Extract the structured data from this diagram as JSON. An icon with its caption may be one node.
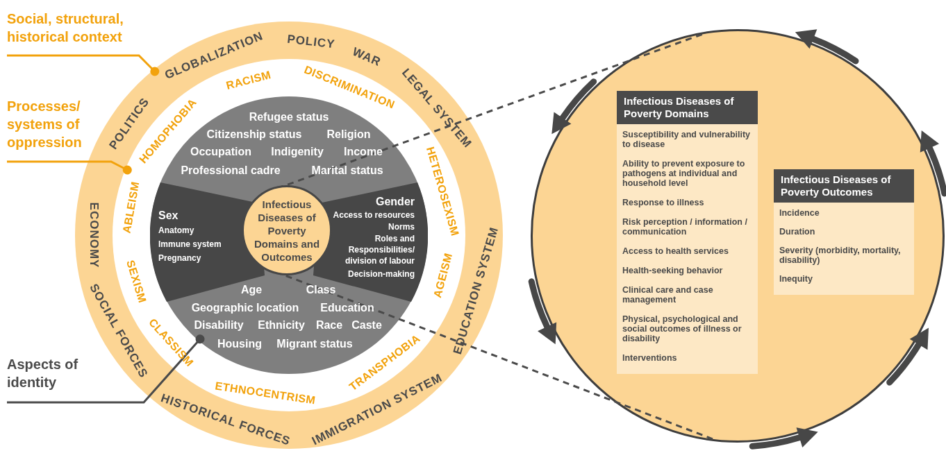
{
  "diagram": {
    "nodes": [
      {
        "text": [
          "Social, structural, historical context"
        ]
      },
      {
        "text": [
          "Processes/ systems of oppression"
        ]
      },
      {
        "text": [
          "Aspects of identity"
        ]
      },
      {
        "text": [],
        "shape": "circle"
      },
      {
        "text": [],
        "shape": "circle",
        "in": 3
      },
      {
        "text": [],
        "shape": "circle",
        "in": 4
      },
      {
        "text": [
          "Refugee status",
          "Citizenship status",
          "Religion",
          "Occupation",
          "Indigenity",
          "Income",
          "Professional cadre",
          "Marital status"
        ],
        "in": 5
      },
      {
        "text": [
          "Sex",
          "Anatomy",
          "Immune system",
          "Pregnancy"
        ],
        "in": 5
      },
      {
        "text": [
          "Gender",
          "Access to resources",
          "Norms",
          "Roles and Responsibilities/ division of labour",
          "Decision-making"
        ],
        "in": 5
      },
      {
        "text": [
          "Age",
          "Class",
          "Geographic location",
          "Education",
          "Disability",
          "Ethnicity",
          "Race",
          "Caste",
          "Housing",
          "Migrant status"
        ],
        "in": 5
      },
      {
        "text": [
          "Infectious Diseases of Poverty Domains and Outcomes"
        ],
        "in": 5
      },
      {
        "text": [],
        "shape": "circle"
      },
      {
        "text": [
          "Infectious Diseases of Poverty Domains",
          "Susceptibility and vulnerability to disease",
          "Ability to prevent exposure to pathogens at individual and household level",
          "Response to illness",
          "Risk perception / information / communication",
          "Access to health services",
          "Health-seeking behavior",
          "Clinical care and case management",
          "Physical, psychological and social outcomes of illness or disability",
          "Interventions"
        ],
        "in": 11
      },
      {
        "text": [
          "Infectious Diseases of Poverty Outcomes",
          "Incidence",
          "Duration",
          "Severity (morbidity, mortality, disability)",
          "Inequity"
        ],
        "in": 11
      }
    ],
    "edges": [
      {
        "from": 0,
        "to": 3,
        "arrow": "other",
        "color": "#f2a20c"
      },
      {
        "from": 1,
        "to": 4,
        "arrow": "other",
        "color": "#f2a20c"
      },
      {
        "from": 2,
        "to": 5,
        "arrow": "other"
      },
      {
        "from": 10,
        "to": 11,
        "arrow": "none",
        "style": "dashed"
      },
      {
        "from": 10,
        "to": 11,
        "arrow": "none",
        "style": "dashed"
      }
    ],
    "labels": [
      "POLITICS",
      "GLOBALIZATION",
      "POLICY",
      "WAR",
      "LEGAL SYSTEM",
      "HOMOPHOBIA",
      "RACISM",
      "DISCRIMINATION",
      "HETEROSEXISM",
      "ECONOMY",
      "ABLEISM",
      "SEXISM",
      "AGEISM",
      "EDUCATION SYSTEM",
      "SOCIAL FORCES",
      "CLASSISM",
      "ETHNOCENTRISM",
      "TRANSPHOBIA",
      "HISTORICAL FORCES",
      "IMMIGRATION SYSTEM"
    ]
  }
}
